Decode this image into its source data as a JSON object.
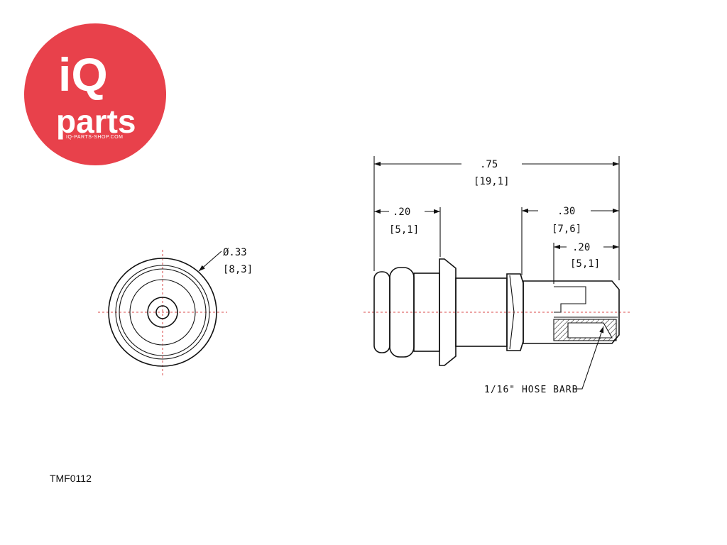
{
  "logo": {
    "line1": "iQ",
    "line2": "parts",
    "sub": "IQ-PARTS-SHOP.COM",
    "color": "#e8414b"
  },
  "end_view": {
    "diameter_in": "Ø.33",
    "diameter_mm": "[8,3]"
  },
  "side_view": {
    "overall_in": ".75",
    "overall_mm": "[19,1]",
    "left_in": ".20",
    "left_mm": "[5,1]",
    "right_in": ".30",
    "right_mm": "[7,6]",
    "barb_in": ".20",
    "barb_mm": "[5,1]",
    "barb_label": "1/16\" HOSE BARB"
  },
  "part_code": "TMF0112"
}
